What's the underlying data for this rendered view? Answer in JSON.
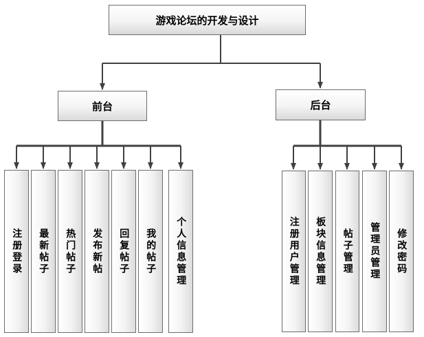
{
  "root": {
    "label": "游戏论坛的开发与设计"
  },
  "front": {
    "label": "前台",
    "children": [
      "注册登录",
      "最新帖子",
      "热门帖子",
      "发布新帖",
      "回复帖子",
      "我的帖子",
      "个人信息管理"
    ]
  },
  "back": {
    "label": "后台",
    "children": [
      "注册用户管理",
      "板块信息管理",
      "帖子管理",
      "管理员管理",
      "修改密码"
    ]
  },
  "colors": {
    "line": "#404040",
    "border": "#6b6b6b"
  }
}
